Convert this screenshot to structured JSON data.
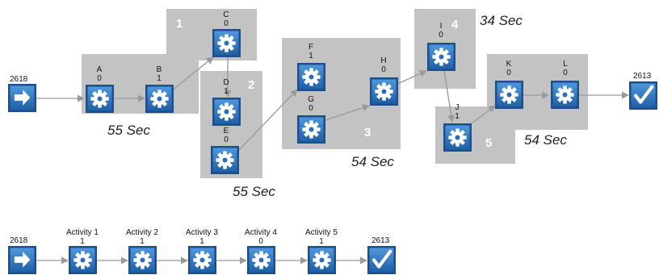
{
  "top_flow": {
    "start_node": {
      "label": "2618",
      "icon": "arrow-right-icon"
    },
    "end_node": {
      "label": "2613",
      "icon": "checkmark-icon"
    },
    "nodes": [
      {
        "id": "A",
        "label": "A",
        "count": "0"
      },
      {
        "id": "B",
        "label": "B",
        "count": "1"
      },
      {
        "id": "C",
        "label": "C",
        "count": "0"
      },
      {
        "id": "D",
        "label": "D",
        "count": "1"
      },
      {
        "id": "E",
        "label": "E",
        "count": "0"
      },
      {
        "id": "F",
        "label": "F",
        "count": "1"
      },
      {
        "id": "G",
        "label": "G",
        "count": "0"
      },
      {
        "id": "H",
        "label": "H",
        "count": "0"
      },
      {
        "id": "I",
        "label": "I",
        "count": "0"
      },
      {
        "id": "J",
        "label": "J",
        "count": "1"
      },
      {
        "id": "K",
        "label": "K",
        "count": "0"
      },
      {
        "id": "L",
        "label": "L",
        "count": "0"
      }
    ],
    "groups": [
      {
        "number": "1",
        "duration": "55 Sec"
      },
      {
        "number": "2",
        "duration": "55 Sec"
      },
      {
        "number": "3",
        "duration": "54 Sec"
      },
      {
        "number": "4",
        "duration": "34 Sec"
      },
      {
        "number": "5",
        "duration": "54 Sec"
      }
    ]
  },
  "bottom_flow": {
    "start_node": {
      "label": "2618",
      "icon": "arrow-right-icon"
    },
    "end_node": {
      "label": "2613",
      "icon": "checkmark-icon"
    },
    "activities": [
      {
        "label": "Activity 1",
        "count": "1"
      },
      {
        "label": "Activity 2",
        "count": "1"
      },
      {
        "label": "Activity 3",
        "count": "1"
      },
      {
        "label": "Activity 4",
        "count": "0"
      },
      {
        "label": "Activity 5",
        "count": "1"
      }
    ]
  },
  "colors": {
    "group_fill": "#c3c3c3",
    "node_border": "#1c4f8c",
    "node_fill": "#2f78c2",
    "connector": "#9a9a9a"
  }
}
